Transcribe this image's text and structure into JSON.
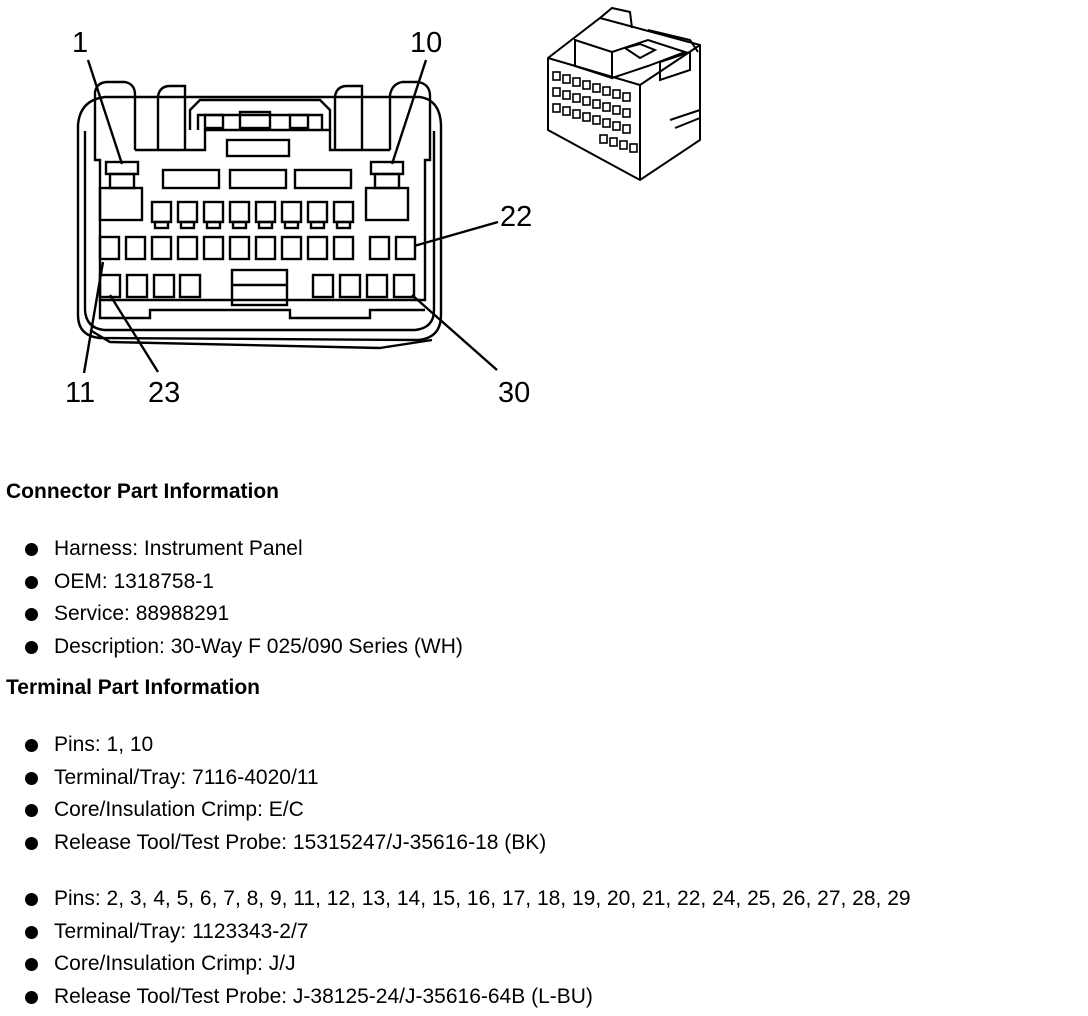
{
  "diagram": {
    "pin_labels": {
      "p1": "1",
      "p10": "10",
      "p22": "22",
      "p11": "11",
      "p23": "23",
      "p30": "30"
    }
  },
  "connector": {
    "heading": "Connector Part Information",
    "items": [
      "Harness: Instrument Panel",
      "OEM: 1318758-1",
      "Service: 88988291",
      "Description: 30-Way F 025/090 Series (WH)"
    ]
  },
  "terminal": {
    "heading": "Terminal Part Information",
    "groups": [
      {
        "items": [
          "Pins: 1, 10",
          "Terminal/Tray: 7116-4020/11",
          "Core/Insulation Crimp: E/C",
          "Release Tool/Test Probe: 15315247/J-35616-18 (BK)"
        ]
      },
      {
        "items": [
          "Pins: 2, 3, 4, 5, 6, 7, 8, 9, 11, 12, 13, 14, 15, 16, 17, 18, 19, 20, 21, 22, 24, 25, 26, 27, 28, 29",
          "Terminal/Tray: 1123343-2/7",
          "Core/Insulation Crimp: J/J",
          "Release Tool/Test Probe: J-38125-24/J-35616-64B (L-BU)"
        ]
      }
    ]
  }
}
